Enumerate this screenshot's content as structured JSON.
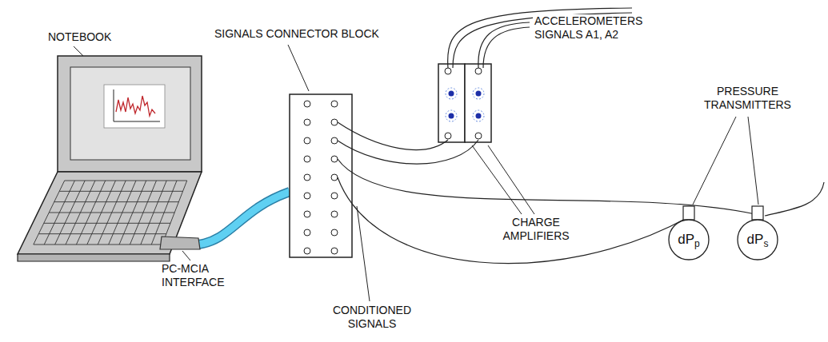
{
  "diagram": {
    "nodes": [
      {
        "text": [
          "dP",
          "p"
        ]
      },
      {
        "text": [
          "dP",
          "s"
        ]
      }
    ],
    "labels": [
      "NOTEBOOK",
      "SIGNALS CONNECTOR BLOCK",
      "ACCELEROMETERS SIGNALS A1, A2",
      "PRESSURE TRANSMITTERS",
      "CHARGE AMPLIFIERS",
      "CONDITIONED SIGNALS",
      "PC-MCIA INTERFACE"
    ]
  }
}
